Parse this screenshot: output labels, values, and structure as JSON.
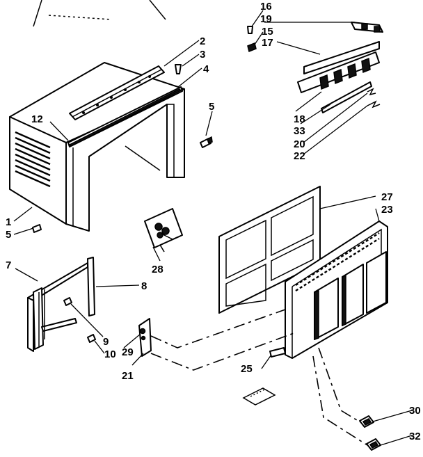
{
  "labels": {
    "p1": "1",
    "p2": "2",
    "p3": "3",
    "p4": "4",
    "p5a": "5",
    "p5b": "5",
    "p7": "7",
    "p8": "8",
    "p9": "9",
    "p10": "10",
    "p12": "12",
    "p15": "15",
    "p16": "16",
    "p17": "17",
    "p18": "18",
    "p19": "19",
    "p20": "20",
    "p21": "21",
    "p22": "22",
    "p23": "23",
    "p25": "25",
    "p27": "27",
    "p28": "28",
    "p29": "29",
    "p30": "30",
    "p32": "32",
    "p33": "33"
  }
}
